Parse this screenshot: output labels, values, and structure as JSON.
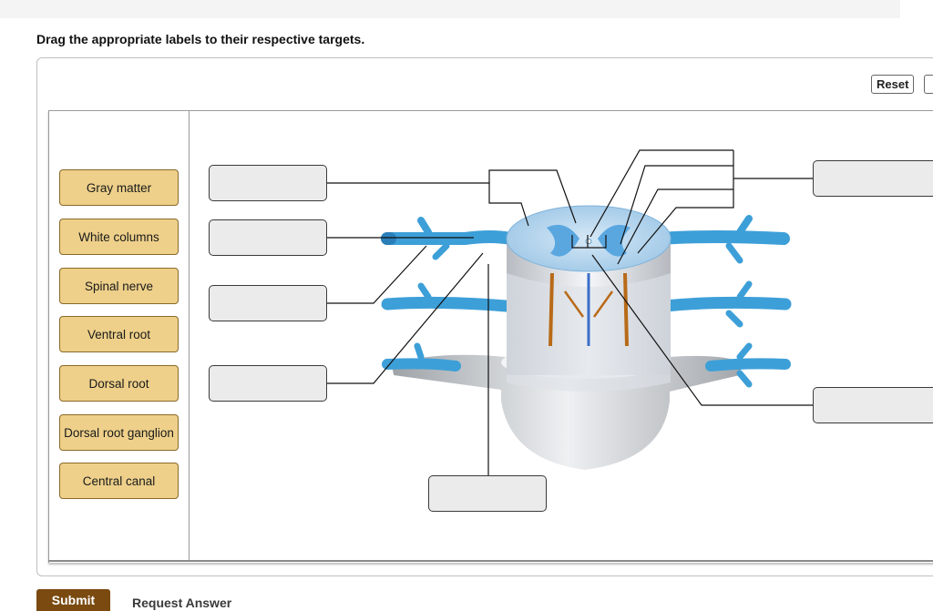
{
  "instructions": "Drag the appropriate labels to their respective targets.",
  "toolbar": {
    "reset_label": "Reset"
  },
  "labels": [
    "Gray matter",
    "White columns",
    "Spinal nerve",
    "Ventral root",
    "Dorsal root",
    "Dorsal root ganglion",
    "Central canal"
  ],
  "targets": [
    "",
    "",
    "",
    "",
    "",
    "",
    ""
  ],
  "footer": {
    "submit_label": "Submit",
    "request_label": "Request Answer"
  }
}
